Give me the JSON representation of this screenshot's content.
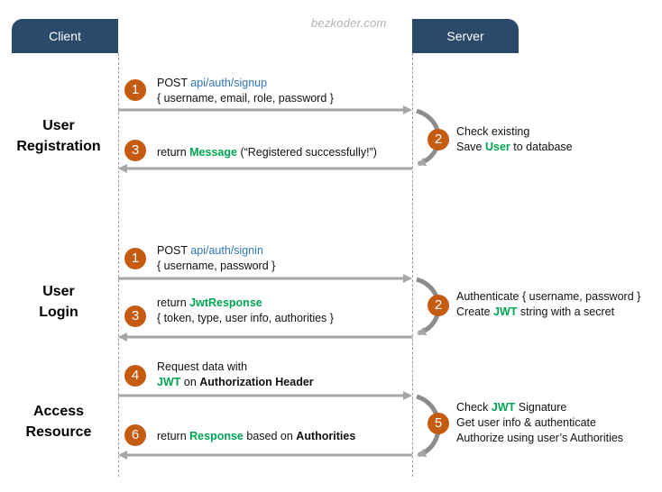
{
  "header": {
    "client": "Client",
    "server": "Server"
  },
  "watermark": "bezkoder.com",
  "registration": {
    "title_line1": "User",
    "title_line2": "Registration",
    "step1": {
      "num": "1",
      "method": "POST",
      "path": "api/auth/signup",
      "body": "{ username, email, role, password }"
    },
    "step2": {
      "num": "2",
      "line1": "Check existing",
      "line2_pre": "Save",
      "line2_hl": "User",
      "line2_post": "to database"
    },
    "step3": {
      "num": "3",
      "pre": "return",
      "hl": "Message",
      "post": "(“Registered successfully!”)"
    }
  },
  "login": {
    "title_line1": "User",
    "title_line2": "Login",
    "step1": {
      "num": "1",
      "method": "POST",
      "path": "api/auth/signin",
      "body": "{ username, password }"
    },
    "step2": {
      "num": "2",
      "line1": "Authenticate { username, password }",
      "line2_pre": "Create",
      "line2_hl": "JWT",
      "line2_post": "string with a secret"
    },
    "step3": {
      "num": "3",
      "pre": "return",
      "hl": "JwtResponse",
      "body": "{ token, type, user info, authorities }"
    }
  },
  "access": {
    "title_line1": "Access",
    "title_line2": "Resource",
    "step4": {
      "num": "4",
      "line1": "Request  data with",
      "hl": "JWT",
      "mid": "on",
      "bold": "Authorization Header"
    },
    "step5": {
      "num": "5",
      "line1_pre": "Check",
      "line1_hl": "JWT",
      "line1_post": "Signature",
      "line2": "Get user info & authenticate",
      "line3": "Authorize using user’s Authorities"
    },
    "step6": {
      "num": "6",
      "pre": "return",
      "hl": "Response",
      "mid": "based on",
      "bold": "Authorities"
    }
  }
}
